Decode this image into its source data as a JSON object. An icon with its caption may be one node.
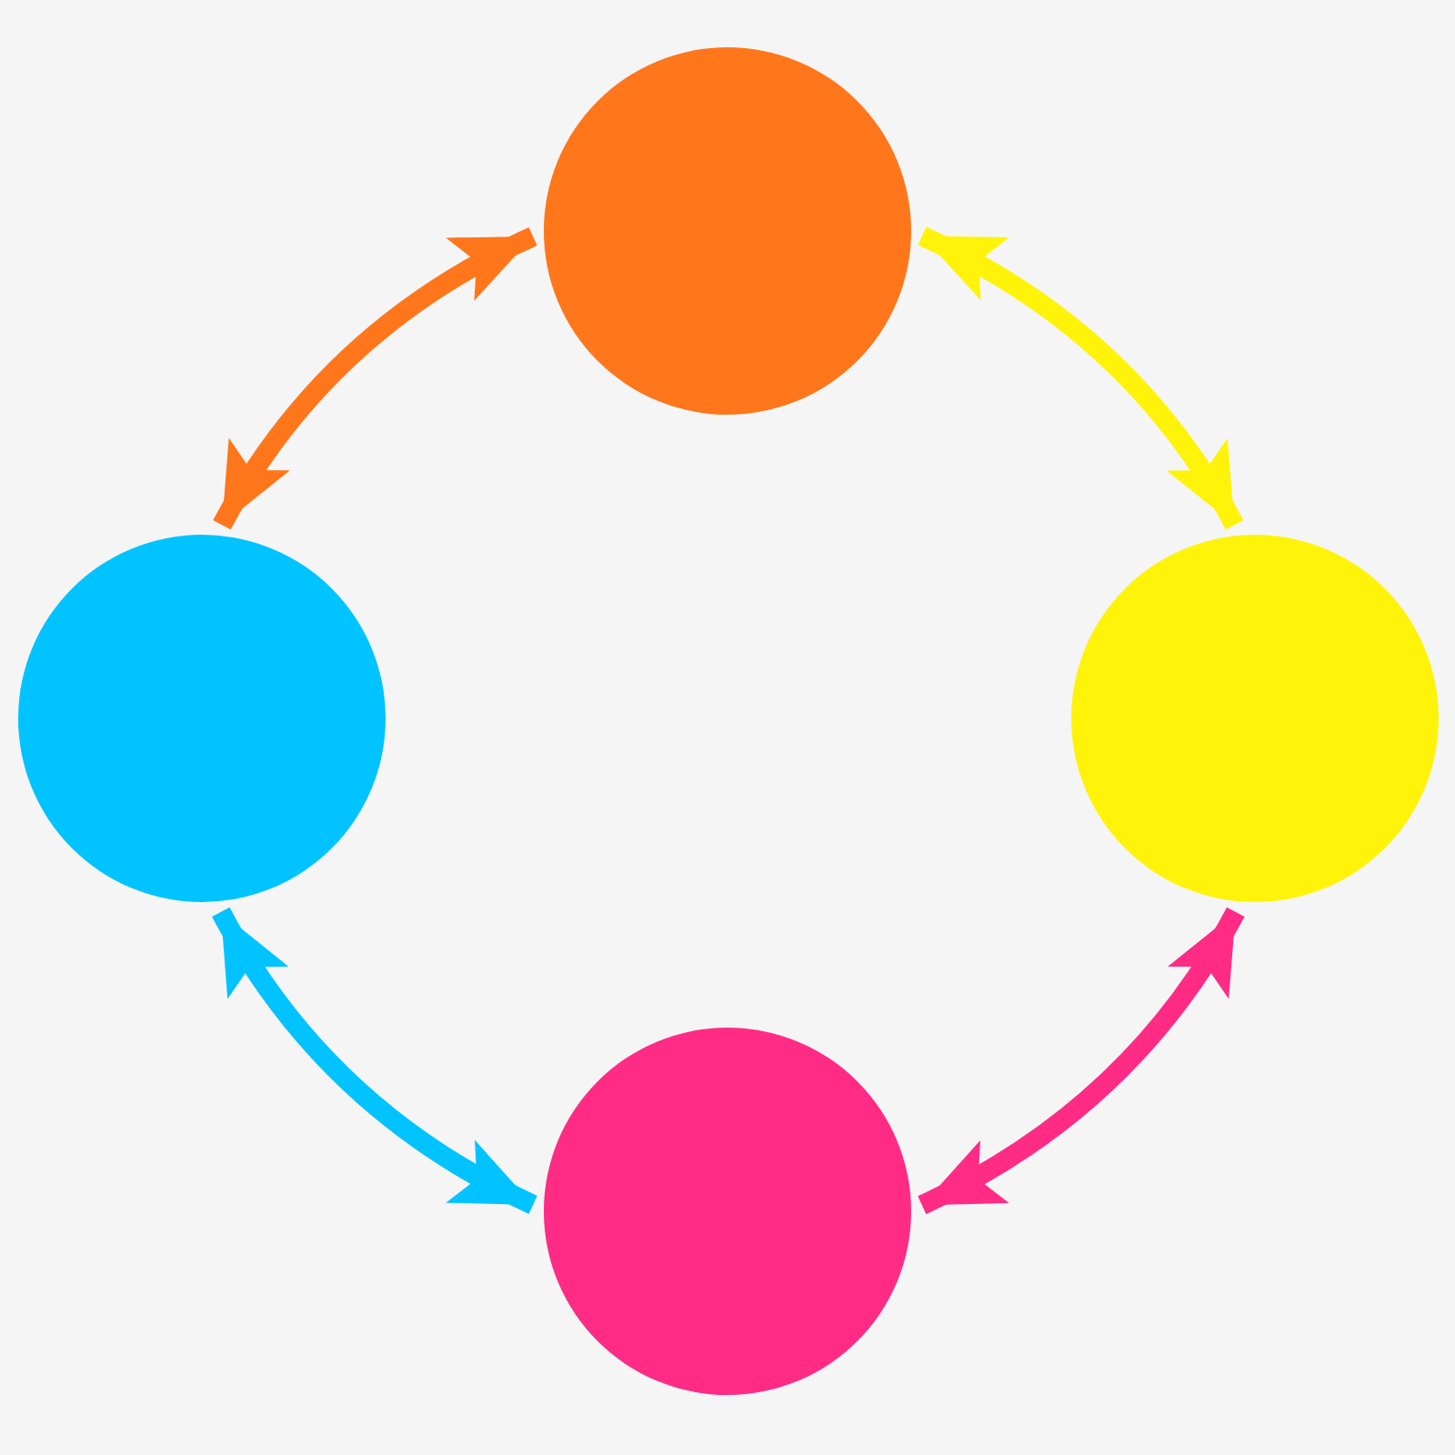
{
  "diagram": {
    "nodes": [
      {
        "text": [],
        "shape": "circle"
      },
      {
        "text": [],
        "shape": "circle"
      },
      {
        "text": [],
        "shape": "circle"
      },
      {
        "text": [],
        "shape": "circle"
      }
    ],
    "edges": [
      {
        "from": 0,
        "to": 1,
        "arrow": "both",
        "color": "#ff761b"
      },
      {
        "from": 0,
        "to": 2,
        "arrow": "both",
        "color": "#fff30a"
      },
      {
        "from": 1,
        "to": 3,
        "arrow": "both",
        "color": "#00c3ff"
      },
      {
        "from": 2,
        "to": 3,
        "arrow": "both",
        "color": "#ff2b85"
      }
    ]
  }
}
